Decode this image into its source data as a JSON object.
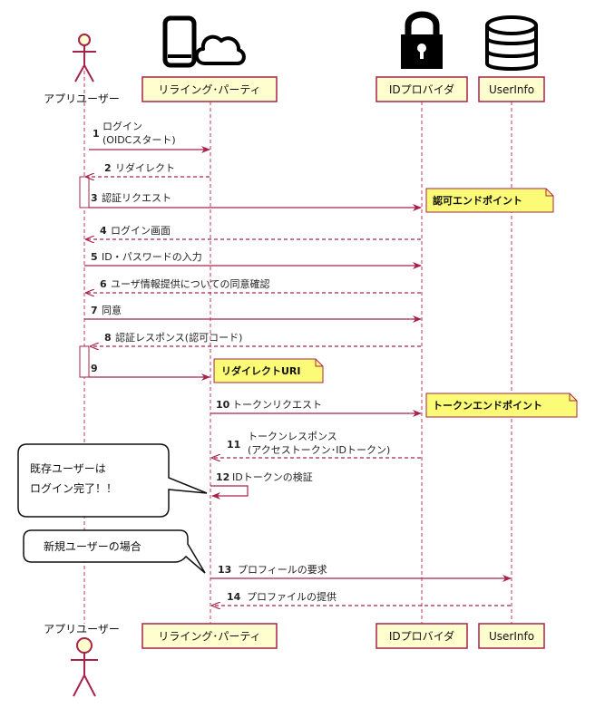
{
  "participants": {
    "user": "アプリユーザー",
    "rp": "リライング･パーティ",
    "idp": "IDプロバイダ",
    "userinfo": "UserInfo"
  },
  "messages": [
    {
      "num": "1",
      "lines": [
        "ログイン",
        "(OIDCスタート)"
      ],
      "from": "user",
      "to": "rp",
      "style": "solid"
    },
    {
      "num": "2",
      "lines": [
        "リダイレクト"
      ],
      "from": "rp",
      "to": "user",
      "style": "dashed"
    },
    {
      "num": "3",
      "lines": [
        "認証リクエスト"
      ],
      "from": "user",
      "to": "idp",
      "style": "solid"
    },
    {
      "num": "4",
      "lines": [
        "ログイン画面"
      ],
      "from": "idp",
      "to": "user",
      "style": "dashed"
    },
    {
      "num": "5",
      "lines": [
        "ID・パスワードの入力"
      ],
      "from": "user",
      "to": "idp",
      "style": "solid"
    },
    {
      "num": "6",
      "lines": [
        "ユーザ情報提供についての同意確認"
      ],
      "from": "idp",
      "to": "user",
      "style": "dashed"
    },
    {
      "num": "7",
      "lines": [
        "同意"
      ],
      "from": "user",
      "to": "idp",
      "style": "solid"
    },
    {
      "num": "8",
      "lines": [
        "認証レスポンス(認可コード)"
      ],
      "from": "idp",
      "to": "user",
      "style": "dashed"
    },
    {
      "num": "9",
      "lines": [
        ""
      ],
      "from": "user",
      "to": "rp",
      "style": "solid"
    },
    {
      "num": "10",
      "lines": [
        "トークンリクエスト"
      ],
      "from": "rp",
      "to": "idp",
      "style": "solid"
    },
    {
      "num": "11",
      "lines": [
        "トークンレスポンス",
        "(アクセストークン･IDトークン)"
      ],
      "from": "idp",
      "to": "rp",
      "style": "dashed"
    },
    {
      "num": "12",
      "lines": [
        "IDトークンの検証"
      ],
      "from": "rp",
      "to": "rp",
      "style": "self"
    },
    {
      "num": "13",
      "lines": [
        "プロフィールの要求"
      ],
      "from": "rp",
      "to": "userinfo",
      "style": "solid"
    },
    {
      "num": "14",
      "lines": [
        "プロファイルの提供"
      ],
      "from": "userinfo",
      "to": "rp",
      "style": "dashed"
    }
  ],
  "notes": {
    "auth_endpoint": "認可エンドポイント",
    "redirect_uri": "リダイレクトURI",
    "token_endpoint": "トークンエンドポイント"
  },
  "callouts": {
    "existing_user": [
      "既存ユーザーは",
      "ログイン完了！！"
    ],
    "new_user": "新規ユーザーの場合"
  },
  "icons": [
    "actor-icon",
    "smartphone-icon",
    "cloud-icon",
    "lock-icon",
    "database-icon"
  ],
  "colors": {
    "lifeline": "#c13a5a",
    "arrow": "#a8234a",
    "participant_fill": "#fefece",
    "participant_border": "#a8234a",
    "note_fill": "#fbfb77",
    "note_border": "#a8234a"
  }
}
